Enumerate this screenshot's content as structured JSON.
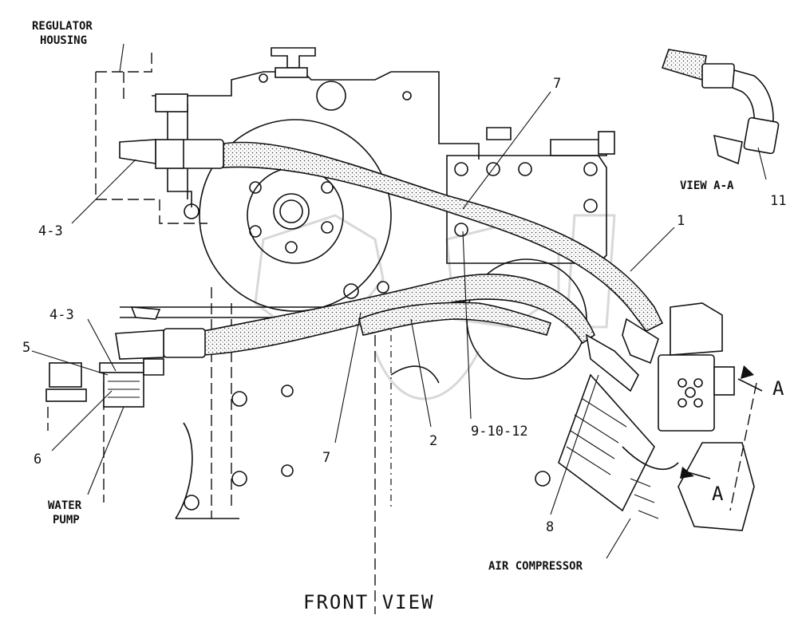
{
  "labels": {
    "regulator_housing_1": "REGULATOR",
    "regulator_housing_2": "HOUSING",
    "view_aa": "VIEW A-A",
    "callout_11": "11",
    "callout_7_top": "7",
    "callout_1": "1",
    "callout_4_3_top": "4-3",
    "callout_4_3_left": "4-3",
    "callout_5": "5",
    "callout_6": "6",
    "callout_7_bottom": "7",
    "callout_2": "2",
    "callout_9_10_12": "9-10-12",
    "callout_8": "8",
    "section_a_top": "A",
    "section_a_bottom": "A",
    "water_pump_1": "WATER",
    "water_pump_2": "PUMP",
    "air_compressor": "AIR COMPRESSOR",
    "front_view": "FRONT VIEW"
  }
}
